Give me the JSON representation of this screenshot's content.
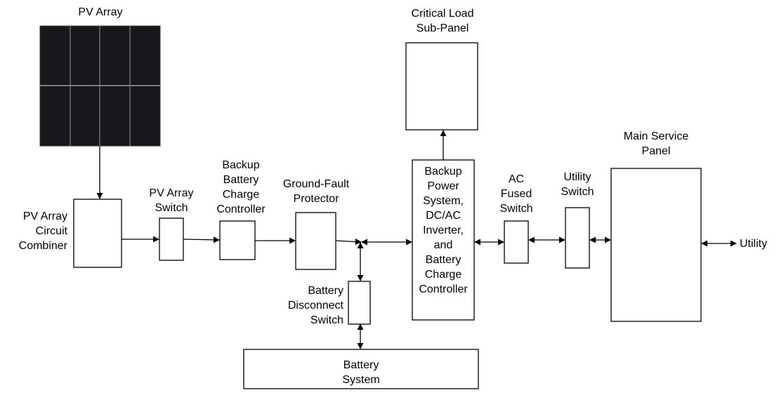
{
  "diagram": {
    "pv_array": {
      "label": "PV Array"
    },
    "combiner": {
      "lines": [
        "PV Array",
        "Circuit",
        "Combiner"
      ]
    },
    "pv_switch": {
      "lines": [
        "PV Array",
        "Switch"
      ]
    },
    "charge_controller": {
      "lines": [
        "Backup",
        "Battery",
        "Charge",
        "Controller"
      ]
    },
    "gf_protector": {
      "lines": [
        "Ground-Fault",
        "Protector"
      ]
    },
    "battery_disconnect": {
      "lines": [
        "Battery",
        "Disconnect",
        "Switch"
      ]
    },
    "battery_system": {
      "lines": [
        "Battery",
        "System"
      ]
    },
    "critical_load": {
      "lines": [
        "Critical Load",
        "Sub-Panel"
      ]
    },
    "backup_power": {
      "lines": [
        "Backup",
        "Power",
        "System,",
        "DC/AC",
        "Inverter,",
        "and",
        "Battery",
        "Charge",
        "Controller"
      ]
    },
    "ac_fused_switch": {
      "lines": [
        "AC",
        "Fused",
        "Switch"
      ]
    },
    "utility_switch": {
      "lines": [
        "Utility",
        "Switch"
      ]
    },
    "main_service_panel": {
      "lines": [
        "Main Service",
        "Panel"
      ]
    },
    "utility": {
      "label": "Utility"
    },
    "colors": {
      "line": "#000000",
      "panel_dark": "#16181c",
      "panel_grid": "#6a6a6a",
      "background": "#ffffff"
    }
  }
}
